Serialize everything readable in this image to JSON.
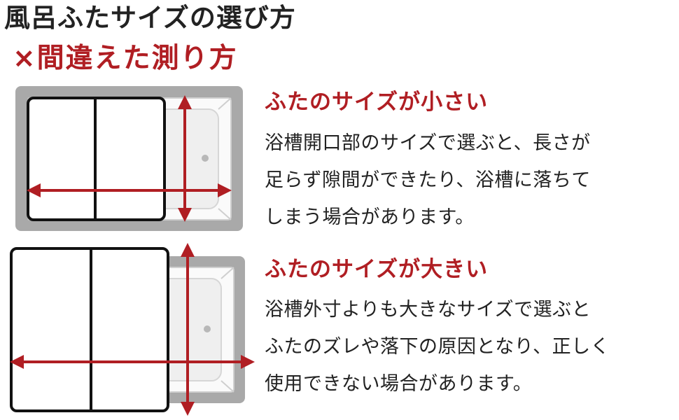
{
  "header": {
    "title": "風呂ふたサイズの選び方",
    "section": "×間違えた測り方"
  },
  "cases": [
    {
      "title": "ふたのサイズが小さい",
      "lines": [
        "浴槽開口部のサイズで選ぶと、長さが",
        "足らず隙間ができたり、浴槽に落ちて",
        "しまう場合があります。"
      ]
    },
    {
      "title": "ふたのサイズが大きい",
      "lines": [
        "浴槽外寸よりも大きなサイズで選ぶと",
        "ふたのズレや落下の原因となり、正しく",
        "使用できない場合があります。"
      ]
    }
  ],
  "colors": {
    "accent": "#b01e23",
    "text": "#222222",
    "tub_frame": "#a9a9a9",
    "tub_inner": "#f2f2f2",
    "lid_border": "#111111"
  }
}
